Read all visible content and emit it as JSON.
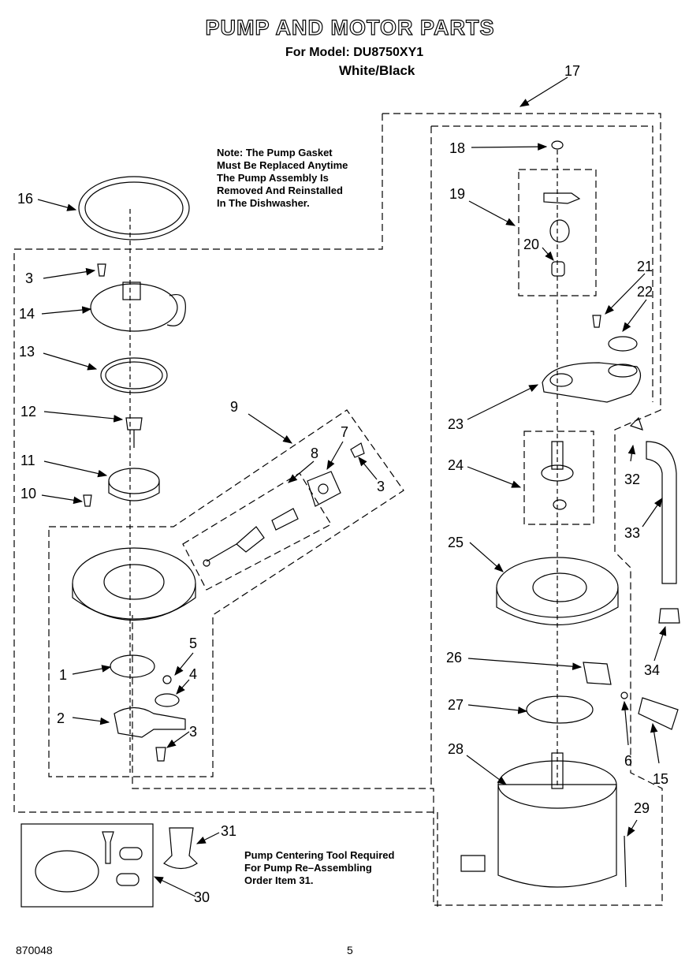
{
  "header": {
    "title": "PUMP AND MOTOR PARTS",
    "model": "For Model: DU8750XY1",
    "color": "White/Black"
  },
  "notes": {
    "gasket": "Note: The Pump Gasket\nMust Be Replaced Anytime\nThe Pump Assembly Is\nRemoved And Reinstalled\nIn The Dishwasher.",
    "tool": "Pump Centering Tool Required\nFor Pump Re–Assembling\nOrder Item 31."
  },
  "footer": {
    "doc_number": "870048",
    "page": "5"
  },
  "callouts": [
    {
      "id": "c17",
      "text": "17"
    },
    {
      "id": "c16",
      "text": "16"
    },
    {
      "id": "c18",
      "text": "18"
    },
    {
      "id": "c19",
      "text": "19"
    },
    {
      "id": "c20",
      "text": "20"
    },
    {
      "id": "c3a",
      "text": "3"
    },
    {
      "id": "c14",
      "text": "14"
    },
    {
      "id": "c21",
      "text": "21"
    },
    {
      "id": "c22",
      "text": "22"
    },
    {
      "id": "c13",
      "text": "13"
    },
    {
      "id": "c12",
      "text": "12"
    },
    {
      "id": "c9",
      "text": "9"
    },
    {
      "id": "c23",
      "text": "23"
    },
    {
      "id": "c7",
      "text": "7"
    },
    {
      "id": "c8",
      "text": "8"
    },
    {
      "id": "c11",
      "text": "11"
    },
    {
      "id": "c3b",
      "text": "3"
    },
    {
      "id": "c24",
      "text": "24"
    },
    {
      "id": "c32",
      "text": "32"
    },
    {
      "id": "c10",
      "text": "10"
    },
    {
      "id": "c33",
      "text": "33"
    },
    {
      "id": "c25",
      "text": "25"
    },
    {
      "id": "c5",
      "text": "5"
    },
    {
      "id": "c26",
      "text": "26"
    },
    {
      "id": "c34",
      "text": "34"
    },
    {
      "id": "c1",
      "text": "1"
    },
    {
      "id": "c4",
      "text": "4"
    },
    {
      "id": "c27",
      "text": "27"
    },
    {
      "id": "c2",
      "text": "2"
    },
    {
      "id": "c3c",
      "text": "3"
    },
    {
      "id": "c28",
      "text": "28"
    },
    {
      "id": "c6",
      "text": "6"
    },
    {
      "id": "c15",
      "text": "15"
    },
    {
      "id": "c29",
      "text": "29"
    },
    {
      "id": "c31",
      "text": "31"
    },
    {
      "id": "c30",
      "text": "30"
    }
  ]
}
